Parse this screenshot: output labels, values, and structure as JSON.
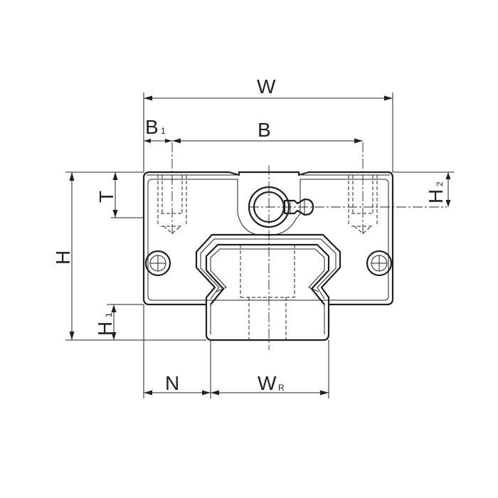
{
  "labels": {
    "W": "W",
    "B1_main": "B",
    "B1_sub": "1",
    "B": "B",
    "T": "T",
    "H": "H",
    "H1_main": "H",
    "H1_sub": "1",
    "H2_main": "H",
    "H2_sub": "2",
    "N": "N",
    "WR_main": "W",
    "WR_sub": "R"
  }
}
